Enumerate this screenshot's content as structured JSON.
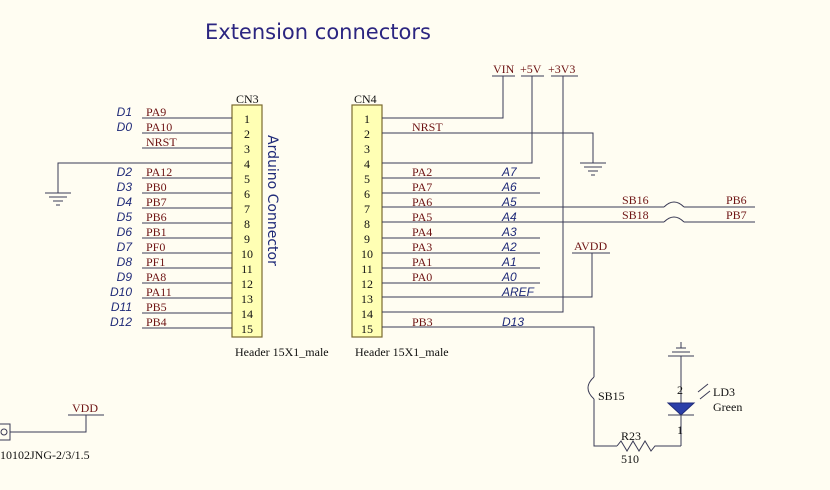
{
  "title": "Extension connectors",
  "cn3": {
    "ref": "CN3",
    "part": "Header 15X1_male",
    "vertical_label": "Arduino Connector",
    "pins": [
      "1",
      "2",
      "3",
      "4",
      "5",
      "6",
      "7",
      "8",
      "9",
      "10",
      "11",
      "12",
      "13",
      "14",
      "15"
    ],
    "nets": [
      "PA9",
      "PA10",
      "NRST",
      "",
      "PA12",
      "PB0",
      "PB7",
      "PB6",
      "PB1",
      "PF0",
      "PF1",
      "PA8",
      "PA11",
      "PB5",
      "PB4"
    ],
    "dlabels": [
      "D1",
      "D0",
      "",
      "",
      "D2",
      "D3",
      "D4",
      "D5",
      "D6",
      "D7",
      "D8",
      "D9",
      "D10",
      "D11",
      "D12"
    ]
  },
  "cn4": {
    "ref": "CN4",
    "part": "Header 15X1_male",
    "pins": [
      "1",
      "2",
      "3",
      "4",
      "5",
      "6",
      "7",
      "8",
      "9",
      "10",
      "11",
      "12",
      "13",
      "14",
      "15"
    ],
    "nets": [
      "",
      "NRST",
      "",
      "",
      "PA2",
      "PA7",
      "PA6",
      "PA5",
      "PA4",
      "PA3",
      "PA1",
      "PA0",
      "",
      "",
      "PB3"
    ],
    "alabels": [
      "",
      "",
      "",
      "",
      "A7",
      "A6",
      "A5",
      "A4",
      "A3",
      "A2",
      "A1",
      "A0",
      "AREF",
      "",
      "D13"
    ]
  },
  "power": {
    "vin": "VIN",
    "v5": "+5V",
    "v3": "+3V3",
    "avdd": "AVDD",
    "vdd": "VDD"
  },
  "bridges": {
    "sb16": "SB16",
    "sb16_net": "PB6",
    "sb18": "SB18",
    "sb18_net": "PB7",
    "sb15": "SB15"
  },
  "resistor": {
    "ref": "R23",
    "value": "510"
  },
  "led": {
    "ref": "LD3",
    "color": "Green",
    "pin_top": "2",
    "pin_bottom": "1"
  },
  "partial_part": "10102JNG-2/3/1.5"
}
